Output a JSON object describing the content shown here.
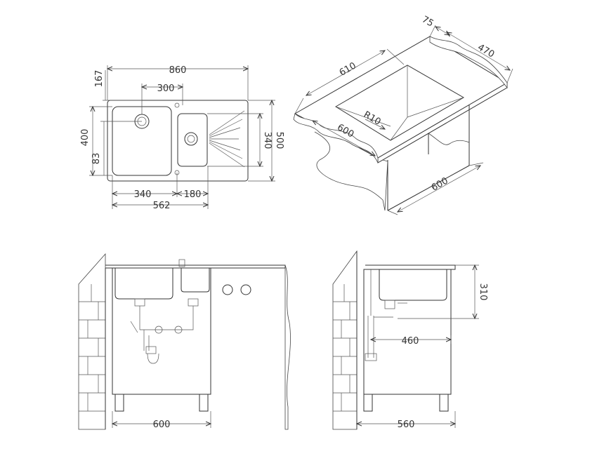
{
  "top_view": {
    "overall_width": "860",
    "depth": "500",
    "bowl_inner_depth": "400",
    "small_bowl_depth": "340",
    "offset_top": "167",
    "offset_side": "83",
    "bowls_spacing": "300",
    "main_bowl_width": "340",
    "small_bowl_width": "180",
    "bowls_total_width": "562"
  },
  "iso_view": {
    "top_edge": "610",
    "rim": "75",
    "width": "470",
    "radius": "R10",
    "front_edge": "600",
    "cabinet_depth": "600"
  },
  "front_view": {
    "cabinet_width": "600"
  },
  "side_view": {
    "bowl_height": "310",
    "drain_offset": "460",
    "cabinet_depth": "560"
  },
  "colors": {
    "line": "#333333",
    "background": "#ffffff"
  }
}
